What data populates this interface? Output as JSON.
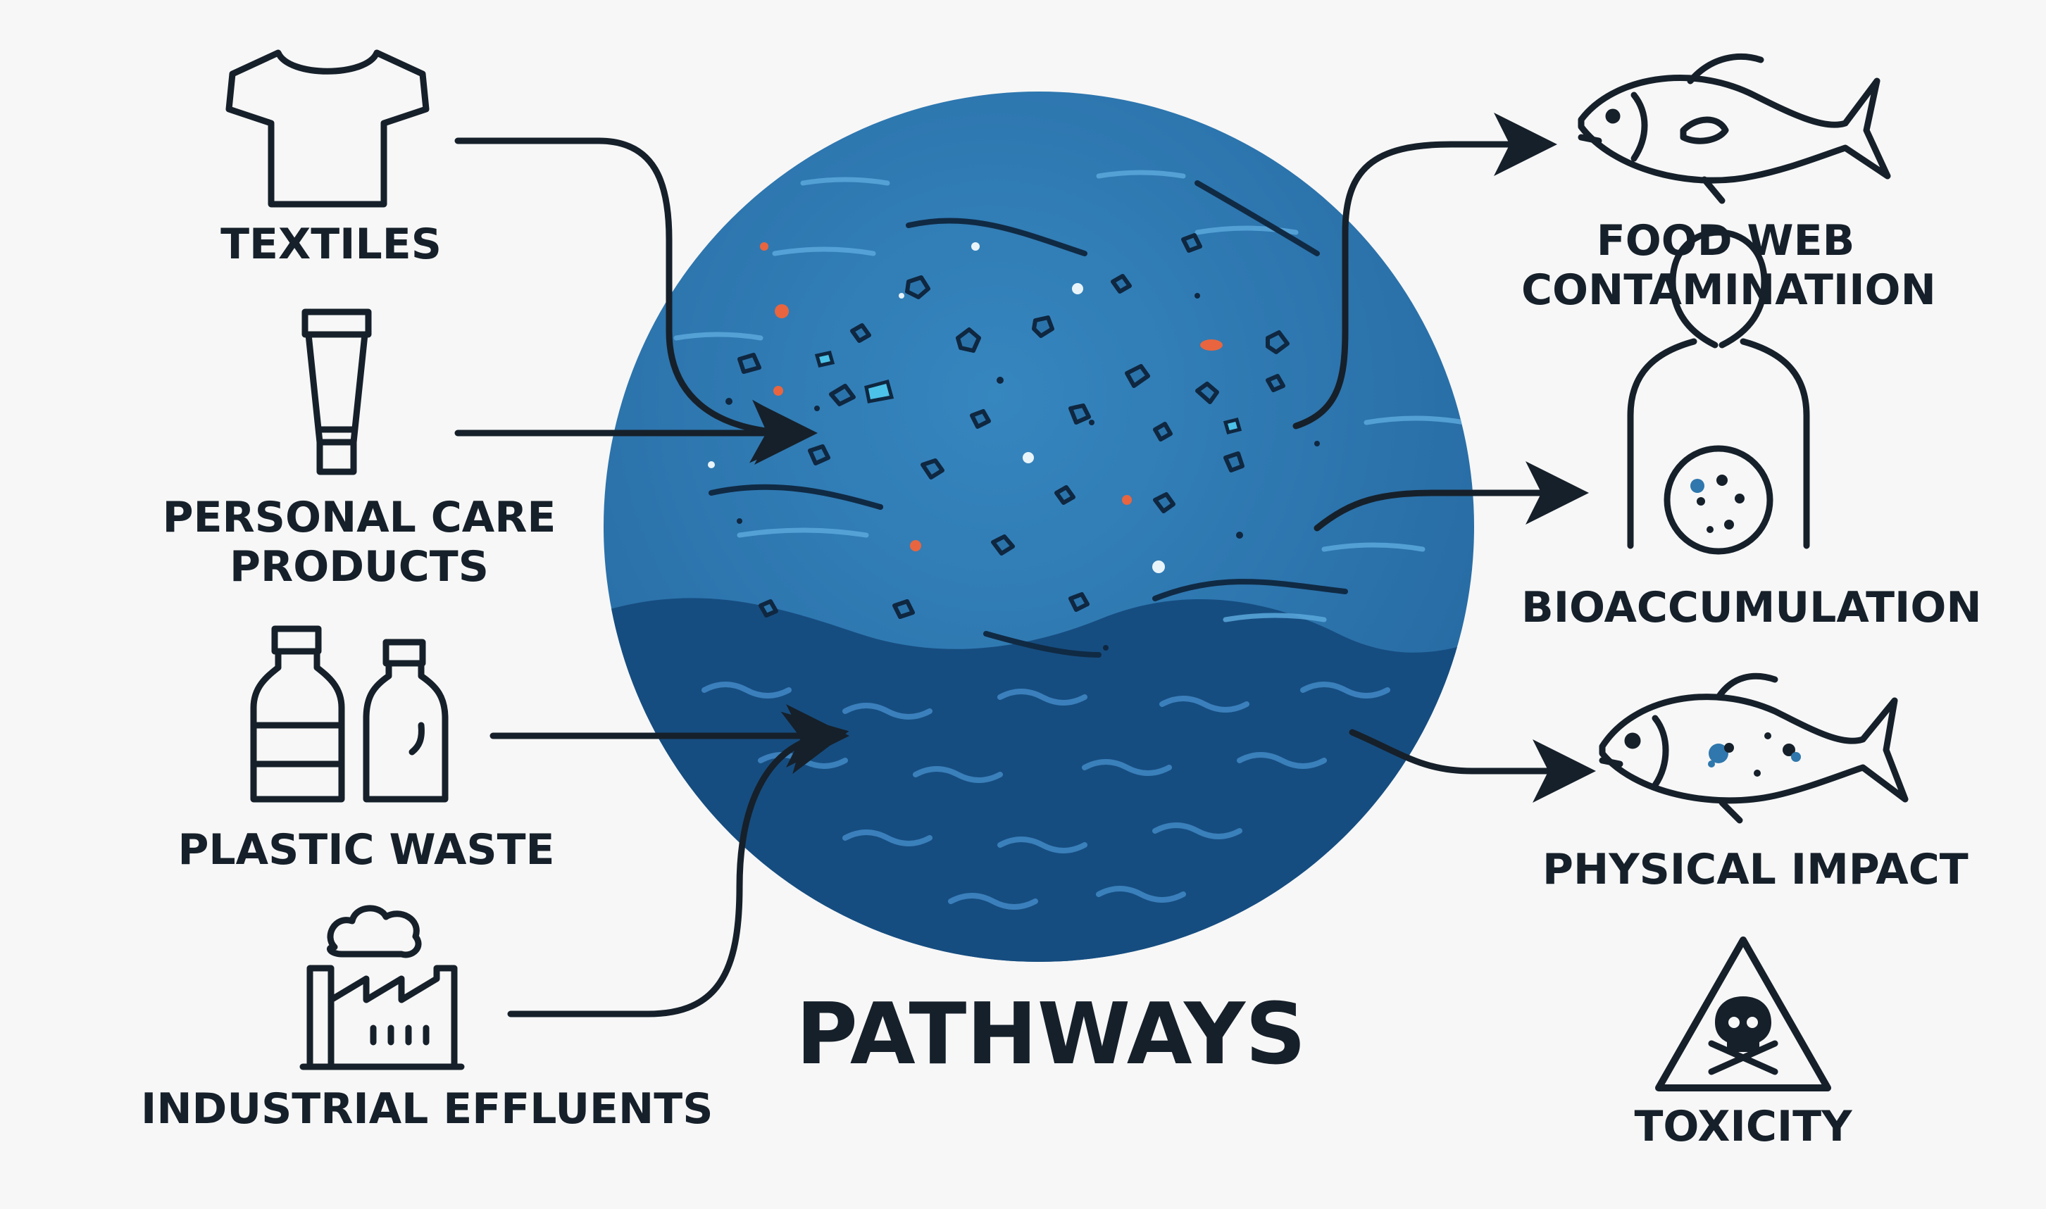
{
  "title": "PATHWAYS",
  "sources": [
    {
      "label_lines": [
        "TEXTILES"
      ],
      "icon": "t-shirt-icon"
    },
    {
      "label_lines": [
        "PERSONAL CARE",
        "PRODUCTS"
      ],
      "icon": "tube-icon"
    },
    {
      "label_lines": [
        "PLASTIC WASTE"
      ],
      "icon": "plastic-bottles-icon"
    },
    {
      "label_lines": [
        "INDUSTRIAL EFFLUENTS"
      ],
      "icon": "factory-icon"
    }
  ],
  "impacts": [
    {
      "label_lines": [
        "FOOD WEB",
        "CONTAMINATIION"
      ],
      "icon": "fish-icon"
    },
    {
      "label_lines": [
        "BIOACCUMULATION"
      ],
      "icon": "human-body-icon"
    },
    {
      "label_lines": [
        "PHYSICAL IMPACT"
      ],
      "icon": "contaminated-fish-icon"
    },
    {
      "label_lines": [
        "TOXICITY"
      ],
      "icon": "skull-warning-icon"
    }
  ],
  "colors": {
    "ocean_light": "#2f77ad",
    "ocean_deep": "#164d80",
    "line": "#16202a",
    "accent_particle": "#e8653f"
  }
}
